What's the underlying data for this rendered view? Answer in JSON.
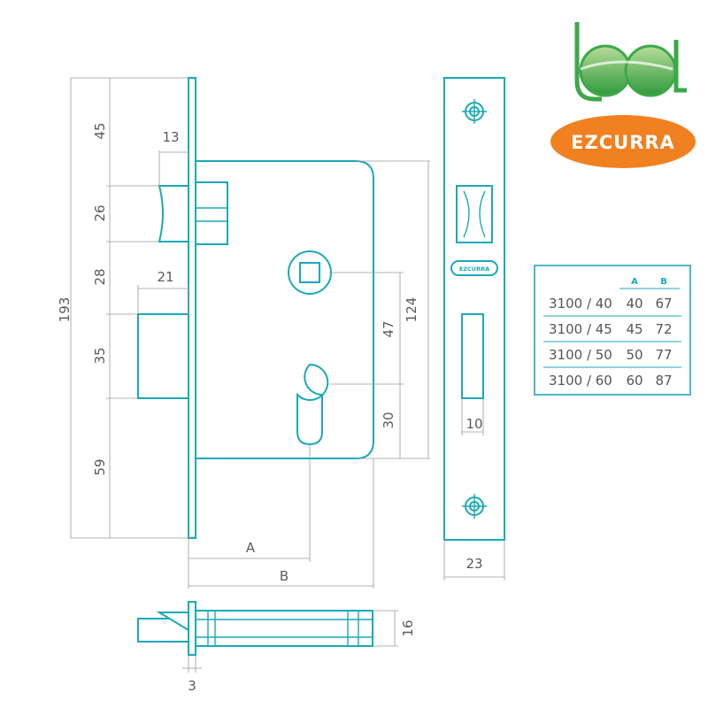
{
  "brand": {
    "logo_monogram": "bal",
    "name": "EZCURRA",
    "colors": {
      "orange": "#f08020",
      "green": "#3da84a",
      "line": "#1aa9b9"
    }
  },
  "dimensions": {
    "total_height": "193",
    "seg_top": "45",
    "seg_latch": "26",
    "seg_mid": "28",
    "seg_bolt": "35",
    "seg_bottom": "59",
    "latch_projection": "13",
    "bolt_projection": "21",
    "body_height": "124",
    "spindle_to_cylinder": "47",
    "cylinder_to_bottom": "30",
    "faceplate_slot": "10",
    "faceplate_width": "23",
    "backset_a": "A",
    "backset_b": "B",
    "depth": "16",
    "faceplate_thickness": "3"
  },
  "faceplate_brand": "EZCURRA",
  "table": {
    "headers": [
      "A",
      "B"
    ],
    "rows": [
      {
        "model": "3100 / 40",
        "a": "40",
        "b": "67"
      },
      {
        "model": "3100 / 45",
        "a": "45",
        "b": "72"
      },
      {
        "model": "3100 / 50",
        "a": "50",
        "b": "77"
      },
      {
        "model": "3100 / 60",
        "a": "60",
        "b": "87"
      }
    ]
  }
}
